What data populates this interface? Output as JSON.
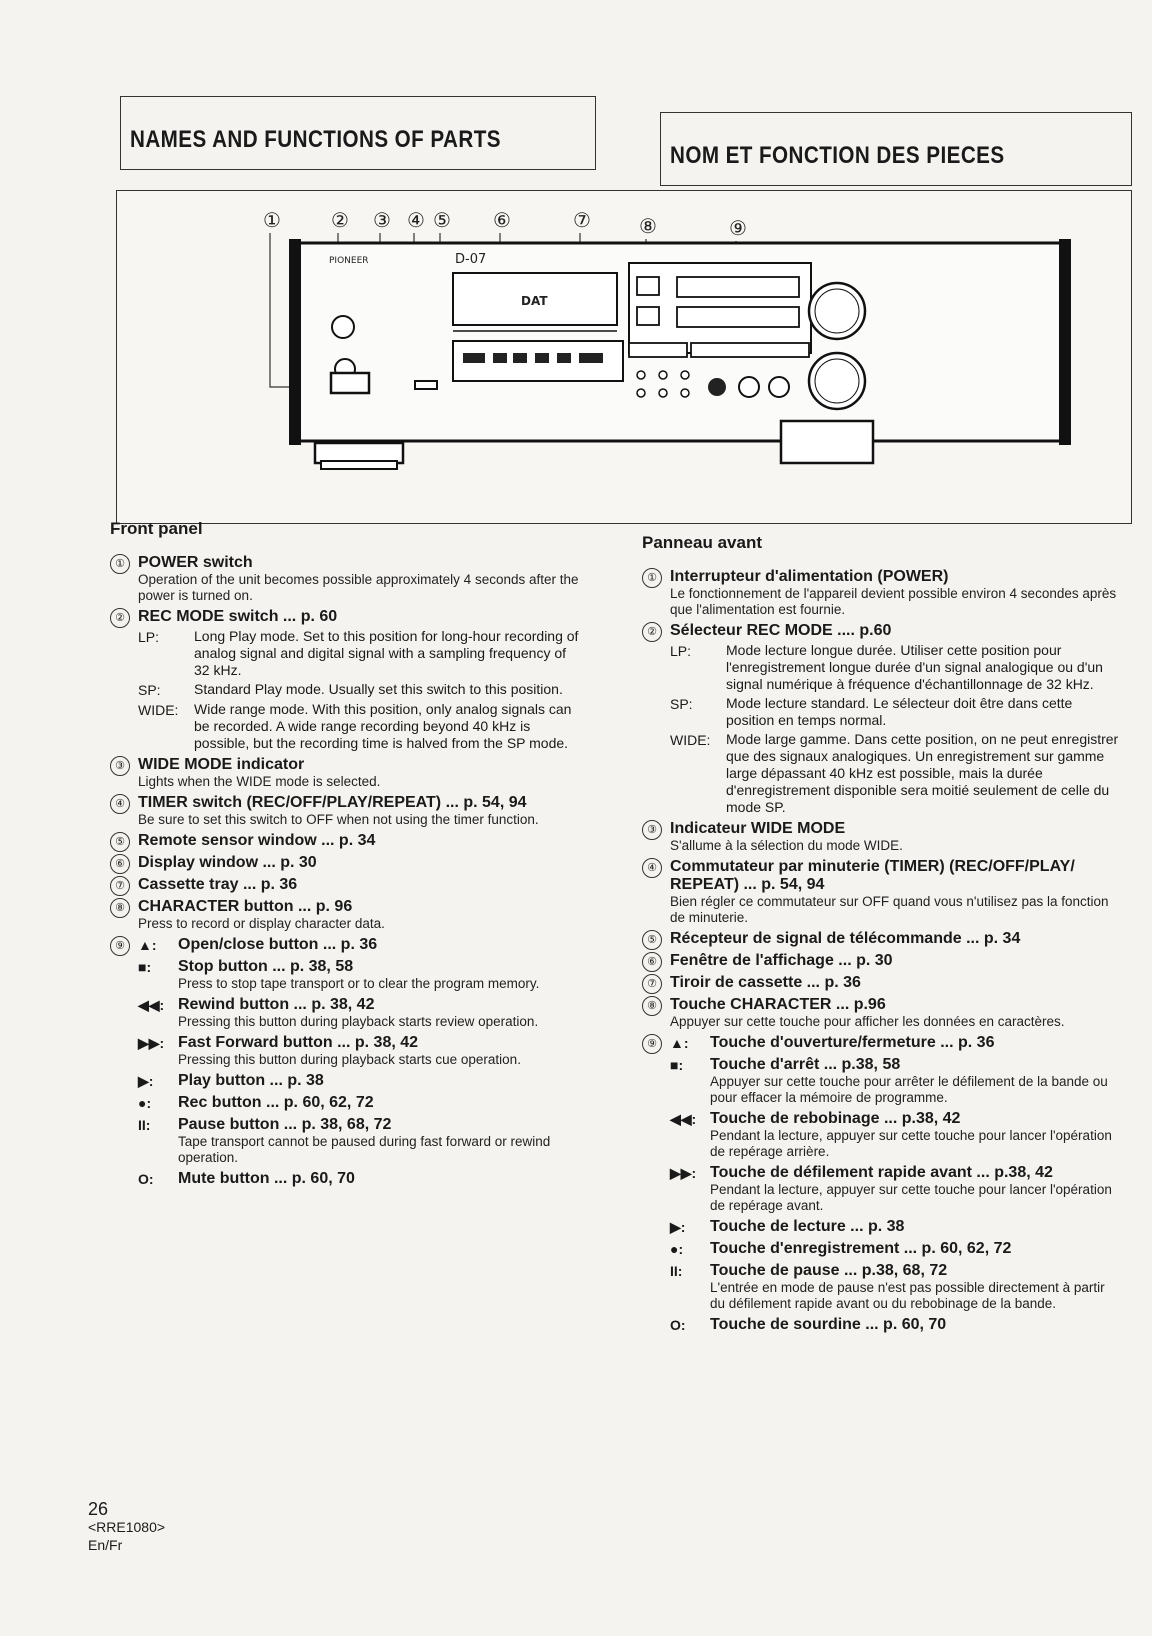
{
  "header_en": "NAMES AND FUNCTIONS OF PARTS",
  "header_fr": "NOM ET FONCTION DES PIECES",
  "figure": {
    "brand": "PIONEER",
    "model": "D-07",
    "tray_label": "DAT",
    "callouts": [
      "①",
      "②",
      "③",
      "④",
      "⑤",
      "⑥",
      "⑦",
      "⑧",
      "⑨"
    ]
  },
  "en": {
    "section": "Front panel",
    "items": [
      {
        "num": "①",
        "title": "POWER switch",
        "desc": "Operation of the unit becomes possible approximately 4 seconds after the power is turned on."
      },
      {
        "num": "②",
        "title": "REC MODE switch ... p. 60",
        "subs": [
          {
            "k": "LP:",
            "v": "Long Play mode. Set to this position for long-hour recording of analog signal and digital signal with a sampling frequency of 32 kHz."
          },
          {
            "k": "SP:",
            "v": "Standard Play mode. Usually set this switch to this position."
          },
          {
            "k": "WIDE:",
            "v": "Wide range mode. With this position, only analog signals can be recorded. A wide range recording beyond 40 kHz is possible, but the recording time is halved from the SP mode."
          }
        ]
      },
      {
        "num": "③",
        "title": "WIDE MODE indicator",
        "desc": "Lights when the WIDE mode is selected."
      },
      {
        "num": "④",
        "title": "TIMER switch (REC/OFF/PLAY/REPEAT) ... p. 54, 94",
        "desc": "Be sure to set this switch to OFF when not using the timer function."
      },
      {
        "num": "⑤",
        "title": "Remote sensor window ... p. 34"
      },
      {
        "num": "⑥",
        "title": "Display window ... p. 30"
      },
      {
        "num": "⑦",
        "title": "Cassette tray ... p. 36"
      },
      {
        "num": "⑧",
        "title": "CHARACTER button ... p. 96",
        "desc": "Press to record or display character data."
      }
    ],
    "item9_num": "⑨",
    "buttons": [
      {
        "sym": "▲:",
        "title": "Open/close button ... p. 36"
      },
      {
        "sym": "■:",
        "title": "Stop button ... p. 38, 58",
        "desc": "Press to stop tape transport or to clear the program memory."
      },
      {
        "sym": "◀◀:",
        "title": "Rewind button ... p. 38, 42",
        "desc": "Pressing this button during playback starts review operation."
      },
      {
        "sym": "▶▶:",
        "title": "Fast Forward button ... p. 38, 42",
        "desc": "Pressing this button during playback starts cue operation."
      },
      {
        "sym": "▶:",
        "title": "Play button ... p. 38"
      },
      {
        "sym": "●:",
        "title": "Rec button ... p. 60, 62, 72"
      },
      {
        "sym": "II:",
        "title": "Pause button ... p. 38, 68, 72",
        "desc": "Tape transport cannot be paused during fast forward or rewind operation."
      },
      {
        "sym": "O:",
        "title": "Mute button ... p. 60, 70"
      }
    ]
  },
  "fr": {
    "section": "Panneau avant",
    "items": [
      {
        "num": "①",
        "title": "Interrupteur d'alimentation (POWER)",
        "desc": "Le fonctionnement de l'appareil devient possible environ 4 secondes après que l'alimentation est fournie."
      },
      {
        "num": "②",
        "title": "Sélecteur REC MODE .... p.60",
        "subs": [
          {
            "k": "LP:",
            "v": "Mode lecture longue durée. Utiliser cette position pour l'enregistrement longue durée d'un signal analogique ou d'un signal numérique à fréquence d'échantillonnage de 32 kHz."
          },
          {
            "k": "SP:",
            "v": "Mode lecture standard. Le sélecteur doit être dans cette position en temps normal."
          },
          {
            "k": "WIDE:",
            "v": "Mode large gamme. Dans cette position, on ne peut enregistrer que des signaux analogiques. Un enregistrement sur gamme large dépassant 40 kHz est possible, mais la durée d'enregistrement disponible sera moitié seulement de celle du mode SP."
          }
        ]
      },
      {
        "num": "③",
        "title": "Indicateur WIDE MODE",
        "desc": "S'allume à la sélection du mode WIDE."
      },
      {
        "num": "④",
        "title": "Commutateur par minuterie (TIMER) (REC/OFF/PLAY/ REPEAT) ... p. 54, 94",
        "desc": "Bien régler ce commutateur sur OFF quand vous n'utilisez pas la fonction de minuterie."
      },
      {
        "num": "⑤",
        "title": "Récepteur de signal de télécommande ... p. 34"
      },
      {
        "num": "⑥",
        "title": "Fenêtre de l'affichage ... p. 30"
      },
      {
        "num": "⑦",
        "title": "Tiroir de cassette ... p. 36"
      },
      {
        "num": "⑧",
        "title": "Touche CHARACTER ... p.96",
        "desc": "Appuyer sur cette touche pour afficher les données en caractères."
      }
    ],
    "item9_num": "⑨",
    "buttons": [
      {
        "sym": "▲:",
        "title": "Touche d'ouverture/fermeture ... p. 36"
      },
      {
        "sym": "■:",
        "title": "Touche d'arrêt ... p.38, 58",
        "desc": "Appuyer sur cette touche pour arrêter le défilement de la bande ou pour effacer la mémoire de programme."
      },
      {
        "sym": "◀◀:",
        "title": "Touche de rebobinage ... p.38, 42",
        "desc": "Pendant la lecture, appuyer sur cette touche pour lancer l'opération de repérage arrière."
      },
      {
        "sym": "▶▶:",
        "title": "Touche de défilement rapide avant ... p.38, 42",
        "desc": "Pendant la lecture, appuyer sur cette touche pour lancer l'opération de repérage avant."
      },
      {
        "sym": "▶:",
        "title": "Touche de lecture ... p. 38"
      },
      {
        "sym": "●:",
        "title": "Touche d'enregistrement ... p. 60, 62, 72"
      },
      {
        "sym": "II:",
        "title": "Touche de pause ... p.38, 68, 72",
        "desc": "L'entrée en mode de pause n'est pas possible directement à partir du défilement rapide avant ou du rebobinage de la bande."
      },
      {
        "sym": "O:",
        "title": "Touche de sourdine ... p. 60, 70"
      }
    ]
  },
  "footer": {
    "page": "26",
    "code": "<RRE1080>",
    "lang": "En/Fr"
  }
}
